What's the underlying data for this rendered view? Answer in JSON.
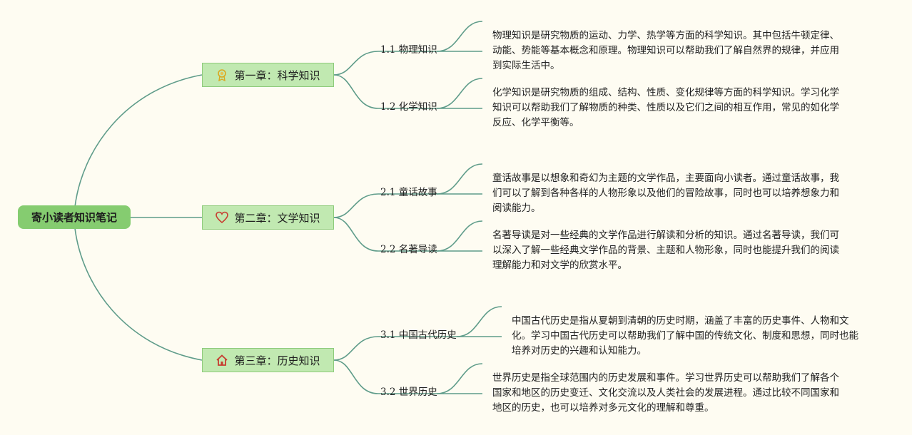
{
  "root": {
    "label": "寄小读者知识笔记"
  },
  "chapters": [
    {
      "label": "第一章：科学知识",
      "icon": "medal-icon",
      "sections": [
        {
          "label": "1.1 物理知识",
          "text": "物理知识是研究物质的运动、力学、热学等方面的科学知识。其中包括牛顿定律、动能、势能等基本概念和原理。物理知识可以帮助我们了解自然界的规律，并应用到实际生活中。"
        },
        {
          "label": "1.2 化学知识",
          "text": "化学知识是研究物质的组成、结构、性质、变化规律等方面的科学知识。学习化学知识可以帮助我们了解物质的种类、性质以及它们之间的相互作用，常见的如化学反应、化学平衡等。"
        }
      ]
    },
    {
      "label": "第二章：文学知识",
      "icon": "heart-icon",
      "sections": [
        {
          "label": "2.1 童话故事",
          "text": "童话故事是以想象和奇幻为主题的文学作品，主要面向小读者。通过童话故事，我们可以了解到各种各样的人物形象以及他们的冒险故事，同时也可以培养想象力和阅读能力。"
        },
        {
          "label": "2.2 名著导读",
          "text": "名著导读是对一些经典的文学作品进行解读和分析的知识。通过名著导读，我们可以深入了解一些经典文学作品的背景、主题和人物形象，同时也能提升我们的阅读理解能力和对文学的欣赏水平。"
        }
      ]
    },
    {
      "label": "第三章：历史知识",
      "icon": "house-icon",
      "sections": [
        {
          "label": "3.1 中国古代历史",
          "text": "中国古代历史是指从夏朝到清朝的历史时期，涵盖了丰富的历史事件、人物和文化。学习中国古代历史可以帮助我们了解中国的传统文化、制度和思想，同时也能培养对历史的兴趣和认知能力。"
        },
        {
          "label": "3.2 世界历史",
          "text": "世界历史是指全球范围内的历史发展和事件。学习世界历史可以帮助我们了解各个国家和地区的历史变迁、文化交流以及人类社会的发展进程。通过比较不同国家和地区的历史，也可以培养对多元文化的理解和尊重。"
        }
      ]
    }
  ],
  "colors": {
    "line": "#5f9c8a",
    "root_fill": "#85cc70",
    "chapter_fill": "#c1e9b1",
    "background": "#fefcf2"
  }
}
